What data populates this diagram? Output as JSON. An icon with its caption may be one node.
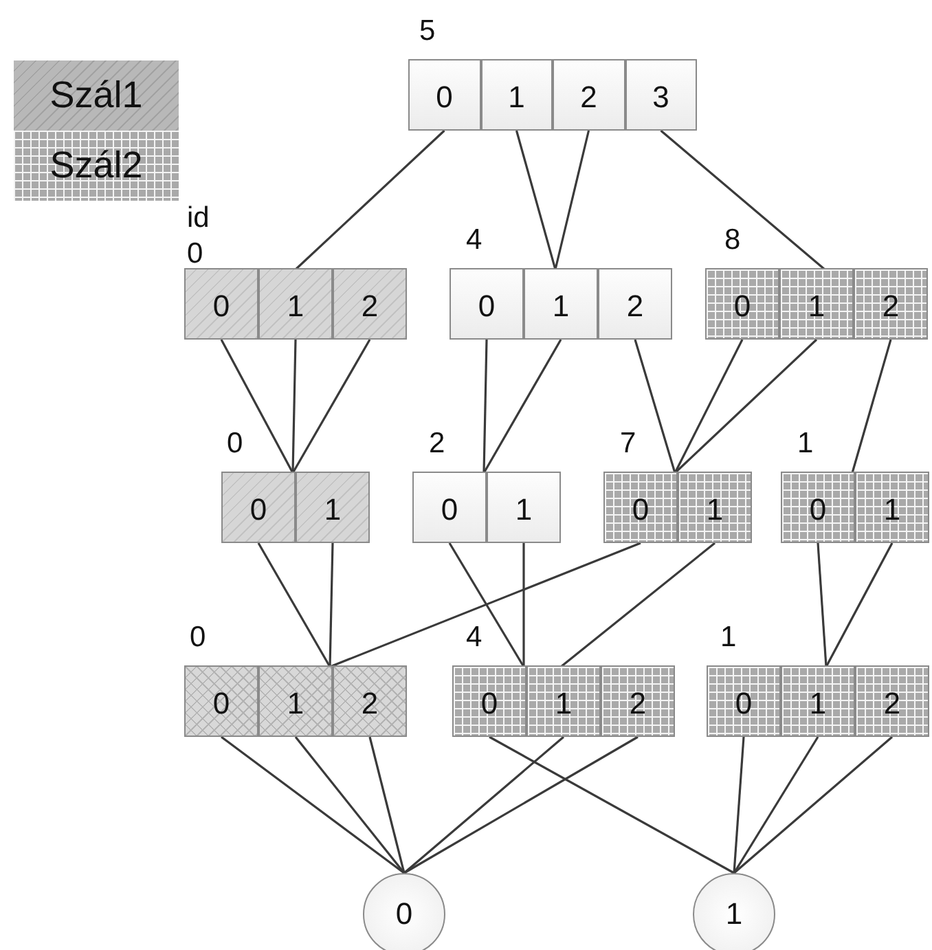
{
  "diagram": {
    "nodes": [
      {
        "text": [
          "5"
        ]
      },
      {
        "text": [
          "0"
        ],
        "in": 0
      },
      {
        "text": [
          "1"
        ],
        "in": 0
      },
      {
        "text": [
          "2"
        ],
        "in": 0
      },
      {
        "text": [
          "3"
        ],
        "in": 0
      },
      {
        "text": [
          "id 0"
        ]
      },
      {
        "text": [
          "0"
        ],
        "in": 5
      },
      {
        "text": [
          "1"
        ],
        "in": 5
      },
      {
        "text": [
          "2"
        ],
        "in": 5
      },
      {
        "text": [
          "4"
        ]
      },
      {
        "text": [
          "0"
        ],
        "in": 9
      },
      {
        "text": [
          "1"
        ],
        "in": 9
      },
      {
        "text": [
          "2"
        ],
        "in": 9
      },
      {
        "text": [
          "8"
        ]
      },
      {
        "text": [
          "0"
        ],
        "in": 13
      },
      {
        "text": [
          "1"
        ],
        "in": 13
      },
      {
        "text": [
          "2"
        ],
        "in": 13
      },
      {
        "text": [
          "0"
        ]
      },
      {
        "text": [
          "0"
        ],
        "in": 17
      },
      {
        "text": [
          "1"
        ],
        "in": 17
      },
      {
        "text": [
          "2"
        ]
      },
      {
        "text": [
          "0"
        ],
        "in": 20
      },
      {
        "text": [
          "1"
        ],
        "in": 20
      },
      {
        "text": [
          "7"
        ]
      },
      {
        "text": [
          "0"
        ],
        "in": 23
      },
      {
        "text": [
          "1"
        ],
        "in": 23
      },
      {
        "text": [
          "1"
        ]
      },
      {
        "text": [
          "0"
        ],
        "in": 26
      },
      {
        "text": [
          "1"
        ],
        "in": 26
      },
      {
        "text": [
          "0"
        ]
      },
      {
        "text": [
          "0"
        ],
        "in": 29
      },
      {
        "text": [
          "1"
        ],
        "in": 29
      },
      {
        "text": [
          "2"
        ],
        "in": 29
      },
      {
        "text": [
          "4"
        ]
      },
      {
        "text": [
          "0"
        ],
        "in": 33
      },
      {
        "text": [
          "1"
        ],
        "in": 33
      },
      {
        "text": [
          "2"
        ],
        "in": 33
      },
      {
        "text": [
          "1"
        ]
      },
      {
        "text": [
          "0"
        ],
        "in": 37
      },
      {
        "text": [
          "1"
        ],
        "in": 37
      },
      {
        "text": [
          "2"
        ],
        "in": 37
      },
      {
        "text": [
          "0"
        ]
      },
      {
        "text": [
          "1"
        ]
      }
    ],
    "edges": [
      {
        "from": 1,
        "to": 7,
        "arrow": "none"
      },
      {
        "from": 2,
        "to": 11,
        "arrow": "none"
      },
      {
        "from": 3,
        "to": 11,
        "arrow": "none"
      },
      {
        "from": 4,
        "to": 15,
        "arrow": "none"
      },
      {
        "from": 6,
        "to": 18,
        "arrow": "none"
      },
      {
        "from": 7,
        "to": 18,
        "arrow": "none"
      },
      {
        "from": 8,
        "to": 18,
        "arrow": "none"
      },
      {
        "from": 10,
        "to": 21,
        "arrow": "none"
      },
      {
        "from": 11,
        "to": 21,
        "arrow": "none"
      },
      {
        "from": 12,
        "to": 24,
        "arrow": "none"
      },
      {
        "from": 14,
        "to": 24,
        "arrow": "none"
      },
      {
        "from": 15,
        "to": 24,
        "arrow": "none"
      },
      {
        "from": 16,
        "to": 27,
        "arrow": "none"
      },
      {
        "from": 18,
        "to": 31,
        "arrow": "none"
      },
      {
        "from": 19,
        "to": 31,
        "arrow": "none"
      },
      {
        "from": 21,
        "to": 34,
        "arrow": "none"
      },
      {
        "from": 22,
        "to": 34,
        "arrow": "none"
      },
      {
        "from": 24,
        "to": 31,
        "arrow": "none"
      },
      {
        "from": 25,
        "to": 35,
        "arrow": "none"
      },
      {
        "from": 27,
        "to": 39,
        "arrow": "none"
      },
      {
        "from": 28,
        "to": 39,
        "arrow": "none"
      },
      {
        "from": 30,
        "to": 41,
        "arrow": "none"
      },
      {
        "from": 31,
        "to": 41,
        "arrow": "none"
      },
      {
        "from": 32,
        "to": 41,
        "arrow": "none"
      },
      {
        "from": 34,
        "to": 42,
        "arrow": "none"
      },
      {
        "from": 35,
        "to": 41,
        "arrow": "none"
      },
      {
        "from": 36,
        "to": 41,
        "arrow": "none"
      },
      {
        "from": 38,
        "to": 42,
        "arrow": "none"
      },
      {
        "from": 39,
        "to": 42,
        "arrow": "none"
      },
      {
        "from": 40,
        "to": 42,
        "arrow": "none"
      }
    ],
    "legend": [
      {
        "text": "Szál1"
      },
      {
        "text": "Szál2"
      }
    ]
  }
}
